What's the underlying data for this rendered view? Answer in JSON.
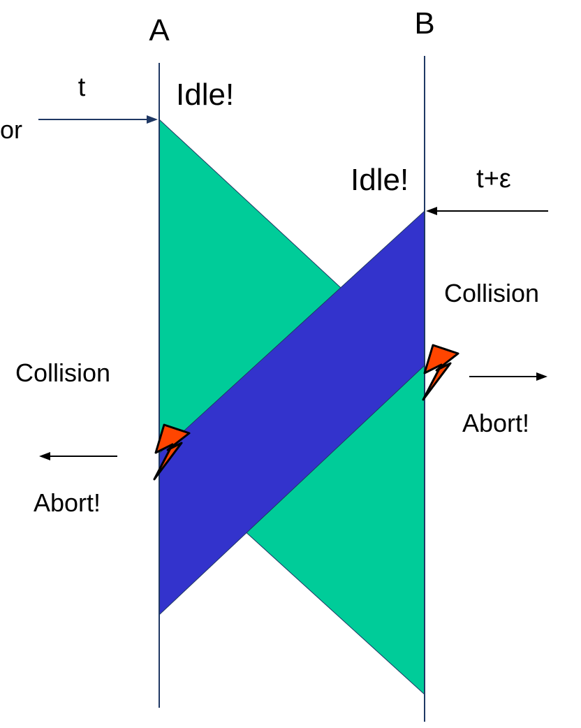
{
  "stations": {
    "a": "A",
    "b": "B"
  },
  "events": {
    "a_start_time": "t",
    "a_left_label": "or",
    "a_idle": "Idle!",
    "b_idle": "Idle!",
    "b_start_time": "t+ε",
    "a_collision": "Collision",
    "a_abort": "Abort!",
    "b_collision": "Collision",
    "b_abort": "Abort!"
  },
  "colors": {
    "frame_a": "#00CC99",
    "frame_b": "#3333CC",
    "timeline": "#1F3864",
    "arrow_a": "#1F3864",
    "arrow_other": "#000000",
    "spark_fill": "#FF4500",
    "spark_stroke": "#000000"
  },
  "icons": [
    "collision-spark-icon"
  ]
}
